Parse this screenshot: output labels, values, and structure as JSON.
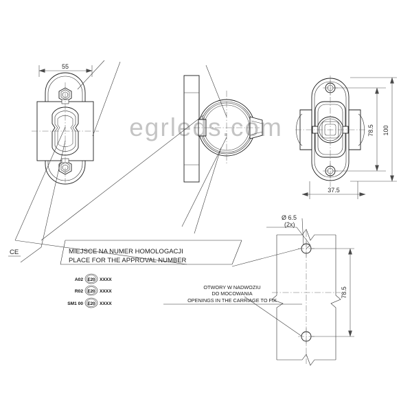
{
  "drawing": {
    "title": "Marker lamp technical drawing",
    "background_color": "#ffffff",
    "line_color": "#1a1a1a"
  },
  "watermark": {
    "text": "egrleds.com",
    "color": "rgba(60,60,60,0.30)"
  },
  "dimensions": {
    "width_left_view": "55",
    "height_overall": "100",
    "hole_spacing": "78.5",
    "depth_front_view": "37.5",
    "hole_spacing_detail": "78.5",
    "hole_diameter": "Ø 6.5",
    "hole_quantity": "(2x)"
  },
  "notes": {
    "approval_pl": "MIEJSCE NA NUMER HOMOLOGACJI",
    "approval_en": "PLACE FOR THE APPROVAL NUMBER",
    "mounting_pl_line1": "OTWORY W NADWOZIU",
    "mounting_pl_line2": "DO MOCOWANIA",
    "mounting_en": "OPENINGS IN THE CARRIAGE TO FIX",
    "left_edge_fragment": "CE"
  },
  "approval_marks": [
    {
      "prefix": "A02",
      "emark": "E20",
      "suffix": "XXXX"
    },
    {
      "prefix": "R02",
      "emark": "E20",
      "suffix": "XXXX"
    },
    {
      "prefix": "SM1 00",
      "emark": "E20",
      "suffix": "XXXX"
    }
  ],
  "views": {
    "left": "side view",
    "center": "lens side view",
    "right": "front view",
    "detail": "carriage mounting hole pattern"
  }
}
